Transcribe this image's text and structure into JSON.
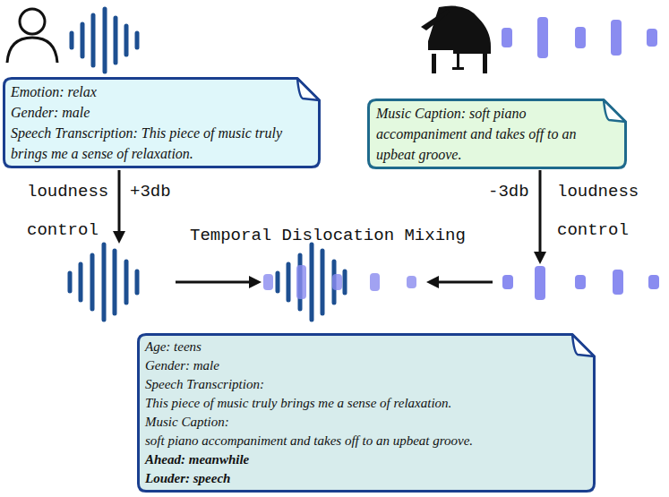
{
  "diagram": {
    "nodes": [
      {
        "text": [
          "Emotion: relax",
          "Gender: male",
          "Speech Transcription: This piece of music truly brings me a sense of relaxation."
        ]
      },
      {
        "text": [
          "Music Caption: soft piano accompaniment and takes off to an upbeat groove."
        ]
      },
      {
        "text": [
          "Age: teens",
          "Gender: male",
          "Speech Transcription:",
          "This piece of music truly brings me a sense of relaxation.",
          "Music Caption:",
          "soft piano accompaniment and takes off to an upbeat groove.",
          "Ahead: meanwhile",
          "Louder: speech"
        ]
      }
    ],
    "labels": [
      "loudness",
      "+3db",
      "control",
      "-3db",
      "loudness",
      "control",
      "Temporal Dislocation Mixing"
    ]
  }
}
